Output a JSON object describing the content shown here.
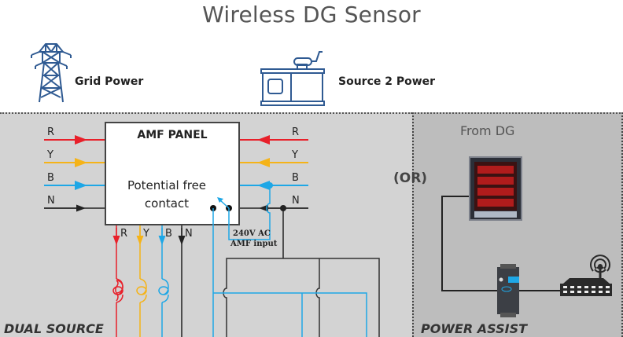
{
  "title": "Wireless DG Sensor",
  "legend": {
    "grid": {
      "icon": "transmission-tower-icon",
      "label": "Grid Power"
    },
    "source2": {
      "icon": "generator-icon",
      "label": "Source 2 Power"
    }
  },
  "left_panel": {
    "section_title": "DUAL SOURCE",
    "amf_panel": {
      "title": "AMF PANEL",
      "subtitle_line1": "Potential free",
      "subtitle_line2": "contact"
    },
    "input_left_labels": [
      "R",
      "Y",
      "B",
      "N"
    ],
    "input_right_labels": [
      "R",
      "Y",
      "B",
      "N"
    ],
    "output_labels": [
      "R",
      "Y",
      "B",
      "N"
    ],
    "amf_input_label_line1": "240V AC",
    "amf_input_label_line2": "AMF input"
  },
  "right_panel": {
    "section_title": "POWER ASSIST",
    "from_label": "From DG",
    "or_label": "(OR)",
    "devices": [
      "multifunction-meter-icon",
      "din-rail-sensor-icon",
      "wifi-router-icon"
    ]
  },
  "colors": {
    "R": "#e8202a",
    "Y": "#f5b318",
    "B": "#1ea7e6",
    "N": "#222222",
    "icon_blue": "#2f5a92",
    "panel_left_bg": "#d3d3d3",
    "panel_right_bg": "#bdbdbd"
  }
}
